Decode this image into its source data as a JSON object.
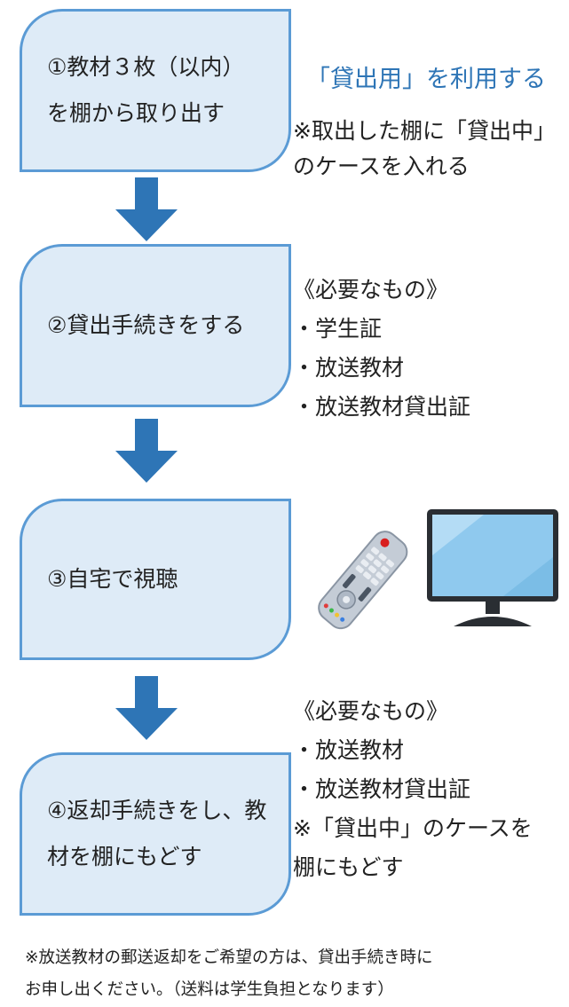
{
  "steps": [
    {
      "lines": [
        "①教材３枚（以内）",
        "を棚から取り出す"
      ]
    },
    {
      "lines": [
        "②貸出手続きをする"
      ]
    },
    {
      "lines": [
        "③自宅で視聴"
      ]
    },
    {
      "lines": [
        "④返却手続きをし、教",
        "材を棚にもどす"
      ]
    }
  ],
  "step1_note": {
    "title": "「貸出用」を利用する",
    "lines": [
      "※取出した棚に「貸出中」",
      "のケースを入れる"
    ]
  },
  "step2_note": {
    "header": "《必要なもの》",
    "items": [
      "・学生証",
      "・放送教材",
      "・放送教材貸出証"
    ]
  },
  "step3_illustration": {
    "icons": [
      "remote-control-icon",
      "tv-monitor-icon"
    ]
  },
  "step4_note": {
    "header": "《必要なもの》",
    "items": [
      "・放送教材",
      "・放送教材貸出証"
    ],
    "notes": [
      "※「貸出中」のケースを",
      "棚にもどす"
    ]
  },
  "footer": {
    "lines": [
      "※放送教材の郵送返却をご希望の方は、貸出手続き時に",
      "お申し出ください。（送料は学生負担となります）"
    ]
  },
  "colors": {
    "box_fill": "#deebf7",
    "box_border": "#5b9bd5",
    "arrow": "#2e75b6",
    "accent_text": "#2e75b6"
  }
}
